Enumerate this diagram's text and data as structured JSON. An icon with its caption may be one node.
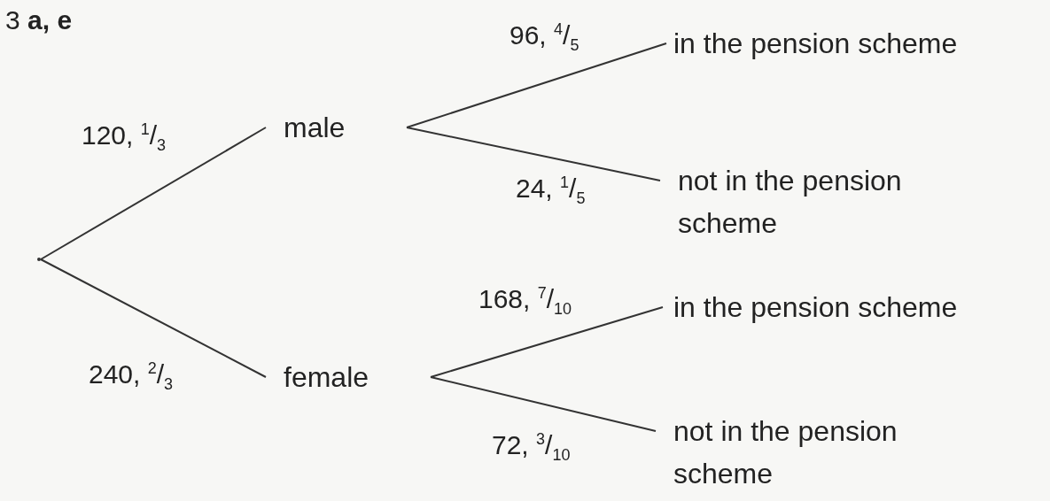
{
  "diagram": {
    "title": "3 **a, e**",
    "nodes": [
      {
        "text": [],
        "shape": "point"
      },
      {
        "text": [
          "male"
        ]
      },
      {
        "text": [
          "female"
        ]
      },
      {
        "text": [
          "in the pension scheme"
        ]
      },
      {
        "text": [
          "not in the pension scheme"
        ]
      },
      {
        "text": [
          "in the pension scheme"
        ]
      },
      {
        "text": [
          "not in the pension scheme"
        ]
      }
    ],
    "edges": [
      {
        "from": 0,
        "to": 1,
        "arrow": "none",
        "label": "120, $^{1}$/$_{3}$"
      },
      {
        "from": 0,
        "to": 2,
        "arrow": "none",
        "label": "240, $^{2}$/$_{3}$"
      },
      {
        "from": 1,
        "to": 3,
        "arrow": "none",
        "label": "96, $^{4}$/$_{5}$"
      },
      {
        "from": 1,
        "to": 4,
        "arrow": "none",
        "label": "24, $^{1}$/$_{5}$"
      },
      {
        "from": 2,
        "to": 5,
        "arrow": "none",
        "label": "168, $^{7}$/$_{10}$"
      },
      {
        "from": 2,
        "to": 6,
        "arrow": "none",
        "label": "72, $^{3}$/$_{10}$"
      }
    ]
  }
}
